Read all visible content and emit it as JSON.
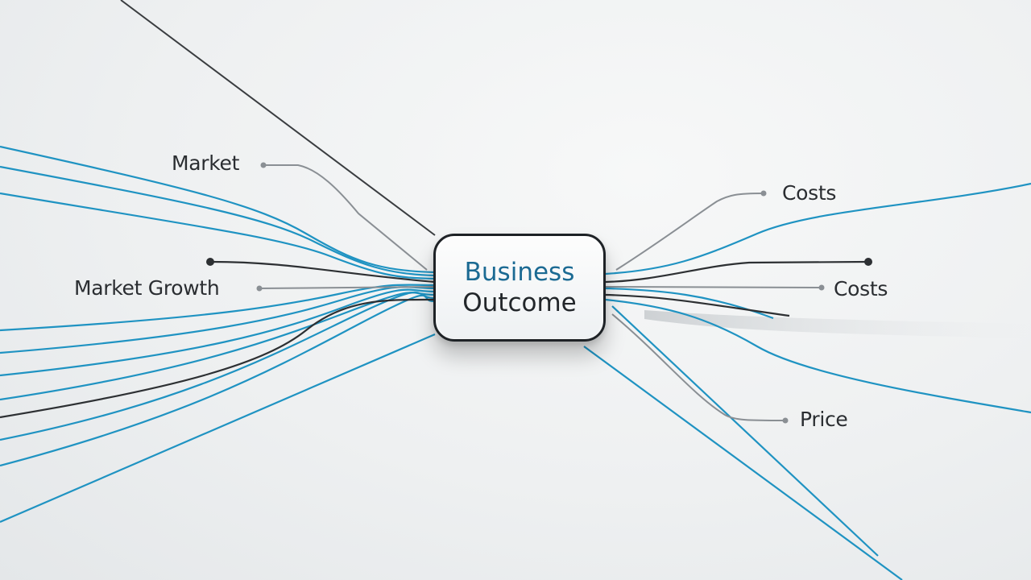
{
  "hub": {
    "line1": "Business",
    "line2": "Outcome"
  },
  "labels": {
    "market": "Market",
    "market_growth": "Market Growth",
    "costs_1": "Costs",
    "costs_2": "Costs",
    "price": "Price"
  },
  "colors": {
    "flow_line": "#1f93c2",
    "dark_line": "#2d3033",
    "connector": "#8a8f94",
    "hub_text_accent": "#1b6a93",
    "hub_border": "#1e2226"
  }
}
